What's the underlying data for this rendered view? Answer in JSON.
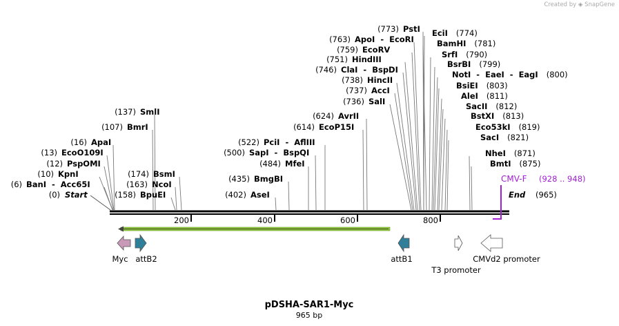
{
  "brand": {
    "created_by": "Created by",
    "app_name": "SnapGene"
  },
  "map": {
    "name": "pDSHA-SAR1-Myc",
    "length_label": "965 bp",
    "length": 965,
    "ticks": [
      "200",
      "400",
      "600",
      "800"
    ],
    "start_label": "Start",
    "start_pos": "(0)",
    "end_label": "End",
    "end_pos": "(965)"
  },
  "sites": [
    {
      "name": "BanI  -  Acc65I",
      "pos": "(6)"
    },
    {
      "name": "KpnI",
      "pos": "(10)"
    },
    {
      "name": "PspOMI",
      "pos": "(12)"
    },
    {
      "name": "EcoO109I",
      "pos": "(13)"
    },
    {
      "name": "ApaI",
      "pos": "(16)"
    },
    {
      "name": "BmrI",
      "pos": "(107)"
    },
    {
      "name": "SmlI",
      "pos": "(137)"
    },
    {
      "name": "BpuEI",
      "pos": "(158)"
    },
    {
      "name": "NcoI",
      "pos": "(163)"
    },
    {
      "name": "BsmI",
      "pos": "(174)"
    },
    {
      "name": "AseI",
      "pos": "(402)"
    },
    {
      "name": "BmgBI",
      "pos": "(435)"
    },
    {
      "name": "MfeI",
      "pos": "(484)"
    },
    {
      "name": "SapI  -  BspQI",
      "pos": "(500)"
    },
    {
      "name": "PciI  -  AflIII",
      "pos": "(522)"
    },
    {
      "name": "EcoP15I",
      "pos": "(614)"
    },
    {
      "name": "AvrII",
      "pos": "(624)"
    },
    {
      "name": "SalI",
      "pos": "(736)"
    },
    {
      "name": "AccI",
      "pos": "(737)"
    },
    {
      "name": "HincII",
      "pos": "(738)"
    },
    {
      "name": "ClaI  -  BspDI",
      "pos": "(746)"
    },
    {
      "name": "HindIII",
      "pos": "(751)"
    },
    {
      "name": "EcoRV",
      "pos": "(759)"
    },
    {
      "name": "ApoI  -  EcoRI",
      "pos": "(763)"
    },
    {
      "name": "PstI",
      "pos": "(773)"
    },
    {
      "name": "EciI",
      "pos": "(774)"
    },
    {
      "name": "BamHI",
      "pos": "(781)"
    },
    {
      "name": "SrfI",
      "pos": "(790)"
    },
    {
      "name": "BsrBI",
      "pos": "(799)"
    },
    {
      "name": "NotI  -  EaeI  -  EagI",
      "pos": "(800)"
    },
    {
      "name": "BsiEI",
      "pos": "(803)"
    },
    {
      "name": "AleI",
      "pos": "(811)"
    },
    {
      "name": "SacII",
      "pos": "(812)"
    },
    {
      "name": "BstXI",
      "pos": "(813)"
    },
    {
      "name": "Eco53kI",
      "pos": "(819)"
    },
    {
      "name": "SacI",
      "pos": "(821)"
    },
    {
      "name": "NheI",
      "pos": "(871)"
    },
    {
      "name": "BmtI",
      "pos": "(875)"
    }
  ],
  "primer": {
    "name": "CMV-F",
    "range": "(928 .. 948)",
    "color": "#a020d0"
  },
  "features": [
    {
      "name": "Myc",
      "color": "#c89ab8",
      "direction": "left"
    },
    {
      "name": "attB2",
      "color": "#2f7f99",
      "direction": "right"
    },
    {
      "name": "attB1",
      "color": "#2f7f99",
      "direction": "left"
    },
    {
      "name": "T3 promoter",
      "color": "#ffffff",
      "direction": "right"
    },
    {
      "name": "CMVd2 promoter",
      "color": "#ffffff",
      "direction": "left"
    }
  ],
  "orf": {
    "color": "#92c83e",
    "direction": "left"
  }
}
